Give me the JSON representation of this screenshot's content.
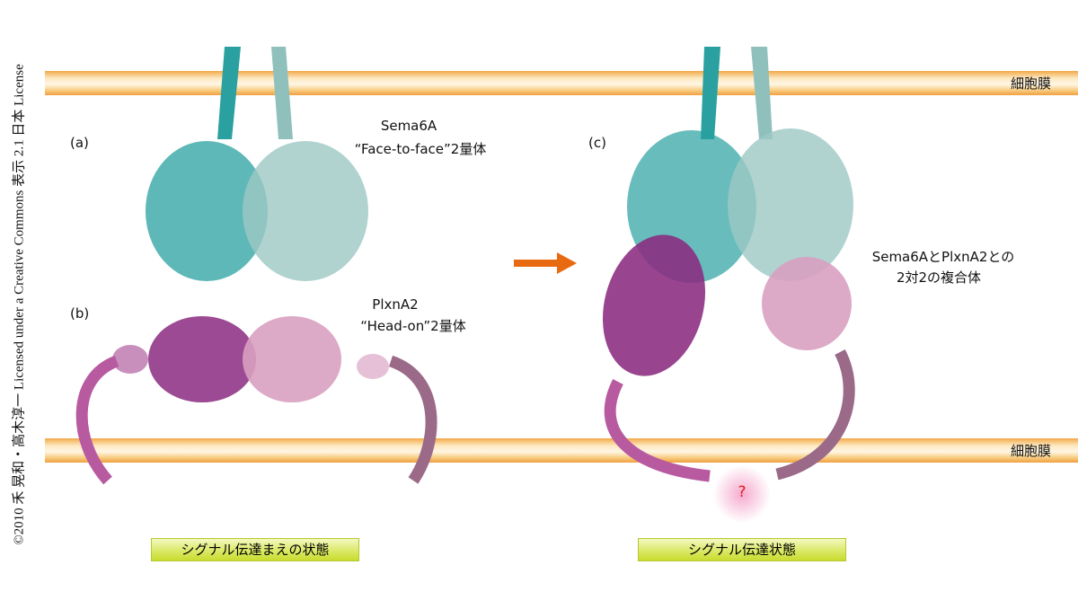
{
  "credit": "©2010 禾 晃和・高木淳一 Licensed under a Creative Commons 表示 2.1 日本 License",
  "membrane_label": "細胞膜",
  "panels": {
    "a": {
      "tag": "(a)",
      "title": "Sema6A",
      "subtitle": "“Face-to-face”2量体"
    },
    "b": {
      "tag": "(b)",
      "title": "PlxnA2",
      "subtitle": "“Head-on”2量体"
    },
    "c": {
      "tag": "(c)",
      "line1": "Sema6AとPlxnA2との",
      "line2": "2対2の複合体",
      "question": "?"
    }
  },
  "states": {
    "before": "シグナル伝達まえの状態",
    "after": "シグナル伝達状態"
  },
  "colors": {
    "teal": "#2aa0a0",
    "light_teal": "#8fc0bc",
    "purple": "#8a2a80",
    "pink": "#d8a0c0",
    "magenta": "#b85aa0",
    "mauve": "#9a6a88",
    "arrow": "#e86a10",
    "membrane": "#f6c070"
  }
}
